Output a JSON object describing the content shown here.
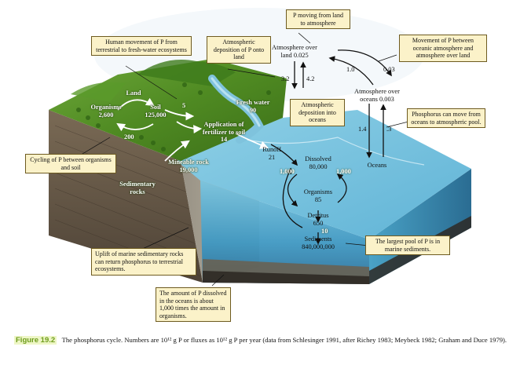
{
  "callouts": {
    "p_moving": "P moving from land to atmosphere",
    "human_movement": "Human movement of P from terrestrial to fresh-water ecosystems",
    "atm_dep_land": "Atmospheric deposition of P onto land",
    "movement_oceanic": "Movement of P between oceanic atmosphere and atmosphere over land",
    "atm_dep_oceans": "Atmospheric deposition into oceans",
    "phosphorus_move": "Phosphorus can move from oceans to atmospheric pool.",
    "cycling": "Cycling of P between organisms and soil",
    "uplift": "Uplift of marine sedimentary rocks can return phosphorus to terrestrial ecosystems.",
    "largest_pool": "The largest pool of P is in marine sediments.",
    "amount_dissolved": "The amount of P dissolved in the oceans is about 1,000 times the amount in organisms."
  },
  "labels": {
    "land": "Land",
    "organisms_land": "Organisms\n2,600",
    "soil": "Soil\n125,000",
    "fresh_water": "Fresh water\n90",
    "fertilizer": "Application of\nfertilizer to soil\n14",
    "mineable_rock": "Mineable rock\n19,000",
    "sedimentary_rocks": "Sedimentary\nrocks",
    "atm_land": "Atmosphere over\nland 0.025",
    "atm_oceans": "Atmosphere over\noceans 0.003",
    "runoff": "Runoff\n21",
    "dissolved": "Dissolved\n80,000",
    "organisms_ocean": "Organisms\n85",
    "detritus": "Detritus\n650",
    "sediments": "Sediments\n840,000,000",
    "oceans": "Oceans"
  },
  "fluxes": {
    "f200": "200",
    "f5": "5",
    "f3_2": "3.2",
    "f4_2": "4.2",
    "f1_0": "1.0",
    "f0_03": "0.03",
    "f1_4": "1.4",
    "f3": ".3",
    "f1000a": "1,000",
    "f1000b": "1,000",
    "f10": "10"
  },
  "caption": {
    "figure": "Figure 19.2",
    "text": "The phosphorus cycle. Numbers are 10¹² g P or fluxes as 10¹² g P per year (data from Schlesinger 1991, after Richey 1983; Meybeck 1982; Graham and Duce 1979)."
  },
  "colors": {
    "callout_fill": "#fbf2c9",
    "callout_border": "#6e5b20",
    "land_green": "#4f8a22",
    "ocean_blue": "#4fa5c8",
    "figure_label": "#6d9c1c"
  }
}
